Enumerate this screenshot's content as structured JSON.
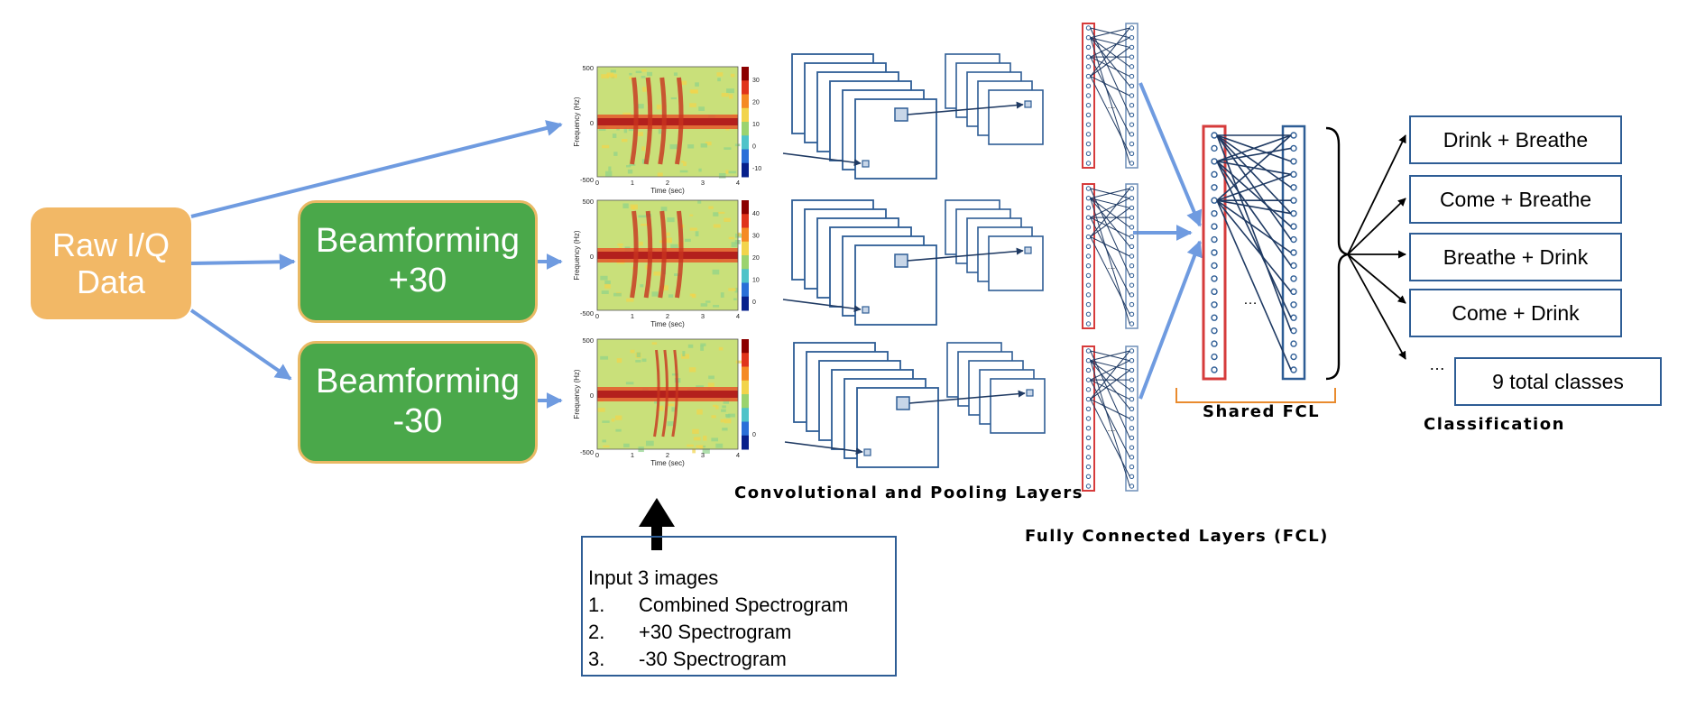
{
  "raw_data": {
    "label": "Raw I/Q\nData"
  },
  "beamforming": [
    {
      "label": "Beamforming\n+30"
    },
    {
      "label": "Beamforming\n-30"
    }
  ],
  "spectrograms": [
    {
      "ylabel": "Frequency (Hz)",
      "xlabel": "Time (sec)",
      "yticks": [
        "500",
        "0",
        "-500"
      ],
      "xticks": [
        "0",
        "1",
        "2",
        "3",
        "4"
      ],
      "cbar_ticks": [
        "30",
        "20",
        "10",
        "0",
        "-10"
      ]
    },
    {
      "ylabel": "Frequency (Hz)",
      "xlabel": "Time (sec)",
      "yticks": [
        "500",
        "0",
        "-500"
      ],
      "xticks": [
        "0",
        "1",
        "2",
        "3",
        "4"
      ],
      "cbar_ticks": [
        "40",
        "30",
        "20",
        "10",
        "0"
      ]
    },
    {
      "ylabel": "Frequency (Hz)",
      "xlabel": "Time (sec)",
      "yticks": [
        "500",
        "0",
        "-500"
      ],
      "xticks": [
        "0",
        "1",
        "2",
        "3",
        "4"
      ],
      "cbar_ticks": [
        "0"
      ]
    }
  ],
  "labels": {
    "conv": "Convolutional and Pooling Layers",
    "fcl": "Fully Connected Layers (FCL)",
    "shared": "Shared FCL",
    "classification": "Classification"
  },
  "input_box": {
    "title": "Input 3 images",
    "items": [
      {
        "num": "1.",
        "text": "Combined Spectrogram"
      },
      {
        "num": "2.",
        "text": "+30 Spectrogram"
      },
      {
        "num": "3.",
        "text": "-30 Spectrogram"
      }
    ]
  },
  "classes": [
    "Drink + Breathe",
    "Come + Breathe",
    "Breathe + Drink",
    "Come + Drink"
  ],
  "total_classes": "9 total classes",
  "ellipsis": "…",
  "colors": {
    "arrow_blue": "#6f9be0",
    "dark_navy": "#1f3a63",
    "red_column": "#d63b3b",
    "blue_column": "#2e5d95",
    "orange_bracket": "#e98b2e",
    "raw_box": "#f2b866",
    "beam_box": "#4aa84a"
  }
}
